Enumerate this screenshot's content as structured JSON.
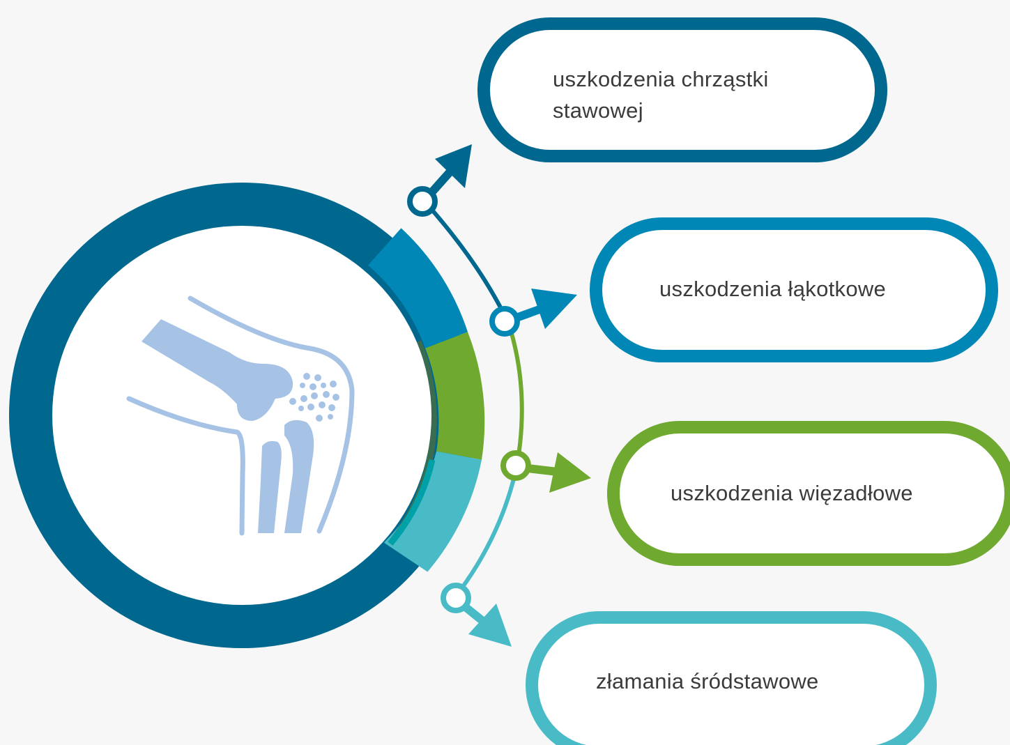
{
  "colors": {
    "background": "#f7f7f8",
    "ring_dark_blue": "#00678f",
    "segment_blue": "#0087b6",
    "segment_green": "#6fa92f",
    "segment_teal": "#48bbc7",
    "knee_bones": "#a6c3e6",
    "label_text": "#3b3b3b"
  },
  "center_icon": "knee-joint-icon",
  "items": [
    {
      "label": "uszkodzenia chrząstki stawowej",
      "color": "#00678f"
    },
    {
      "label": "uszkodzenia łąkotkowe",
      "color": "#0087b6"
    },
    {
      "label": "uszkodzenia więzadłowe",
      "color": "#6fa92f"
    },
    {
      "label": "złamania śródstawowe",
      "color": "#48bbc7"
    }
  ]
}
